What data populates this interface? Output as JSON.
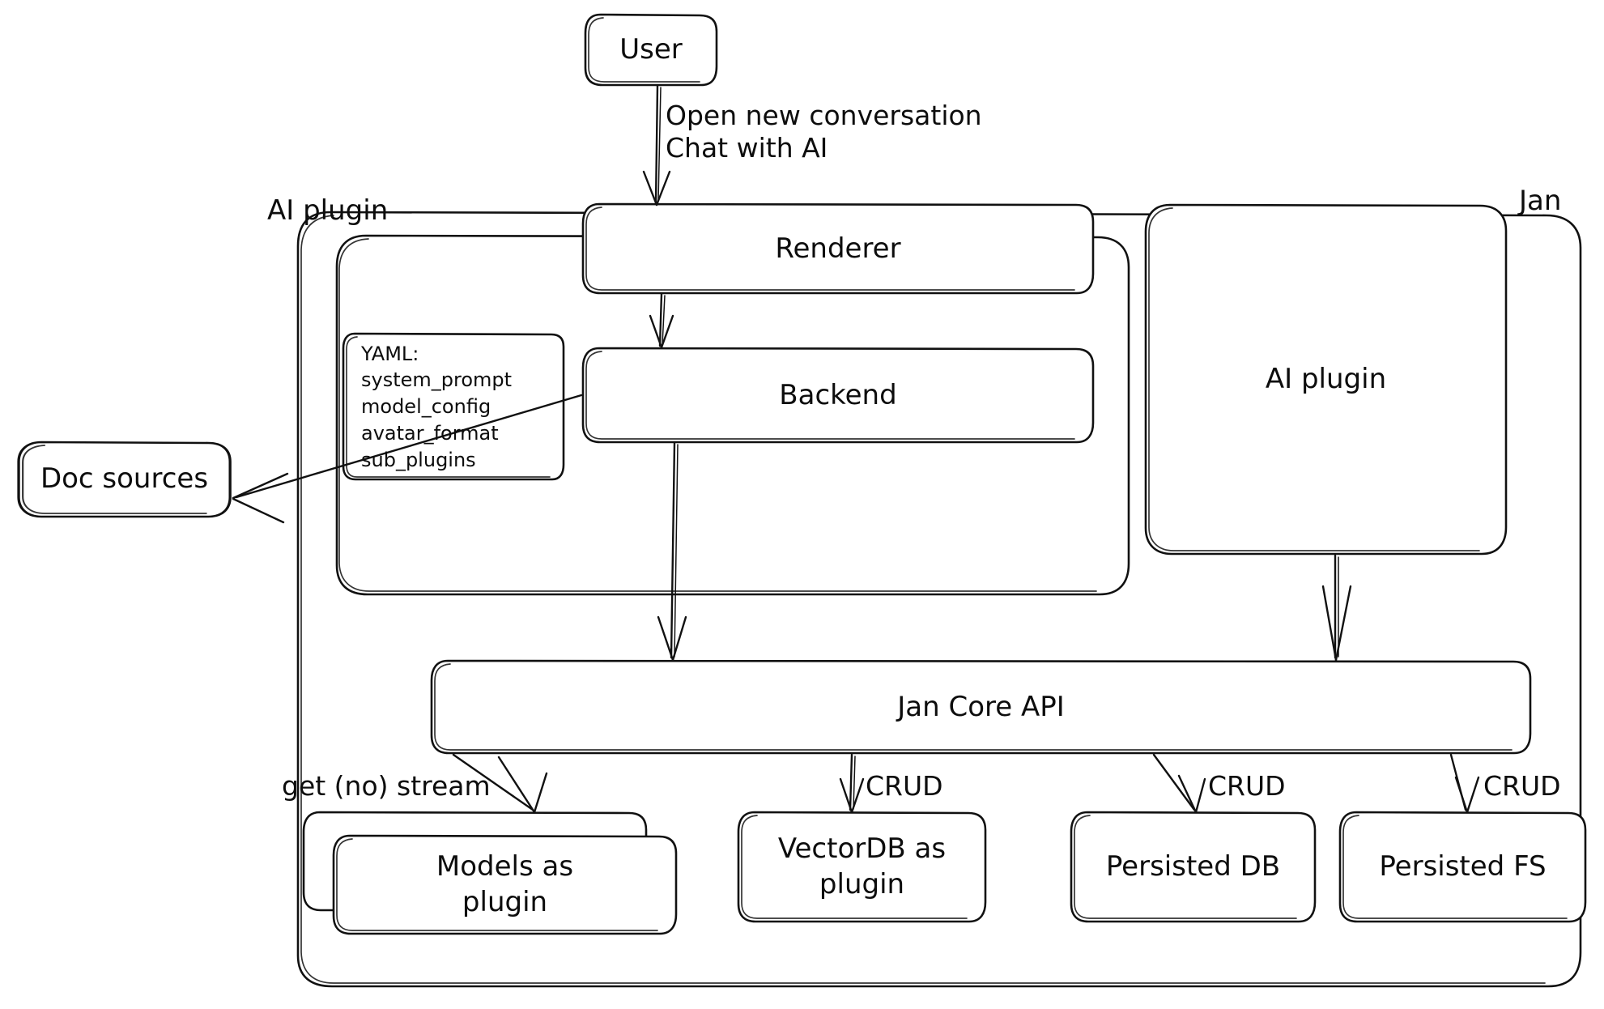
{
  "diagram": {
    "title_node": "User",
    "outer_group_label": "Jan",
    "inner_group_label": "AI plugin",
    "nodes": {
      "user": "User",
      "renderer": "Renderer",
      "backend": "Backend",
      "ai_plugin_right": "AI plugin",
      "doc_sources": "Doc sources",
      "jan_core_api": "Jan Core API",
      "models_as_plugin": "Models as\nplugin",
      "vectordb_as_plugin": "VectorDB as\nplugin",
      "persisted_db": "Persisted DB",
      "persisted_fs": "Persisted FS"
    },
    "yaml_box": {
      "header": "YAML:",
      "keys": [
        "system_prompt",
        "model_config",
        "avatar_format",
        "sub_plugins"
      ]
    },
    "edge_labels": {
      "user_to_renderer_line1": "Open new conversation",
      "user_to_renderer_line2": "Chat with AI",
      "api_to_models": "get (no) stream",
      "api_to_vectordb": "CRUD",
      "api_to_persisted_db": "CRUD",
      "api_to_persisted_fs": "CRUD"
    },
    "colors": {
      "stroke": "#111111",
      "fill": "#ffffff",
      "text": "#0d0d0d"
    }
  }
}
